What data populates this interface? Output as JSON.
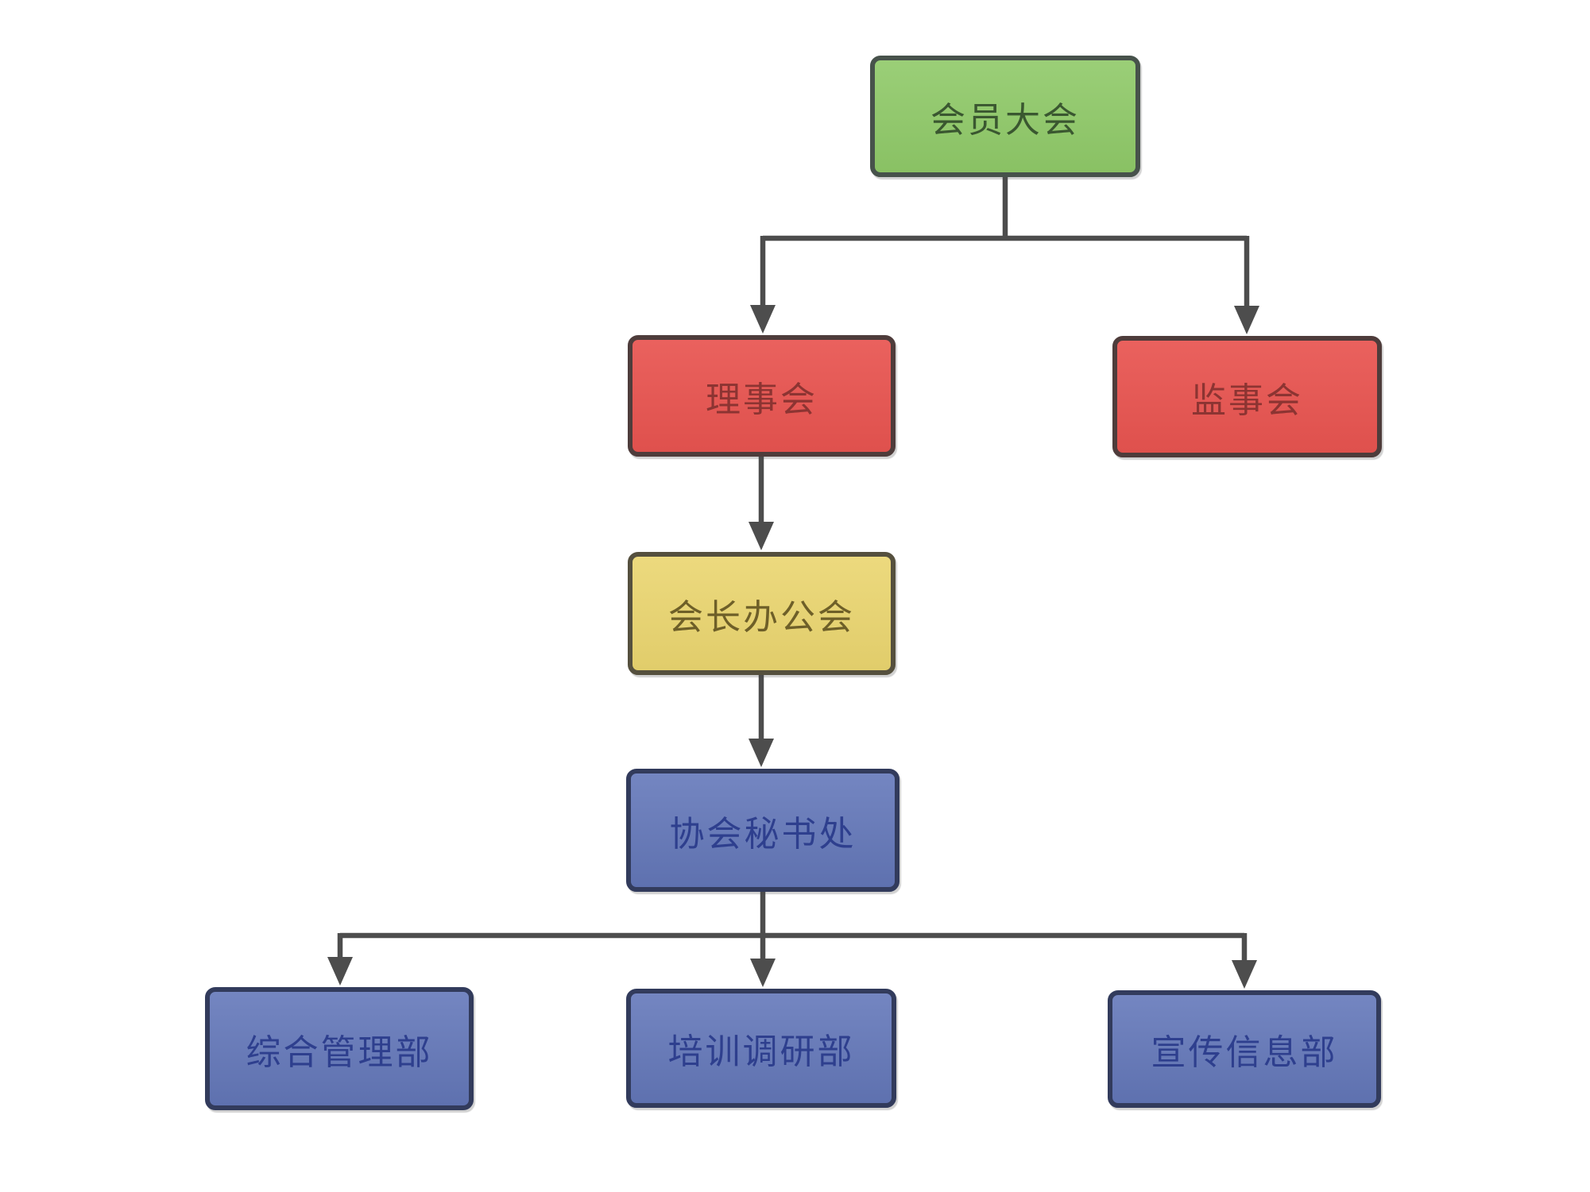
{
  "diagram": {
    "type": "org-chart",
    "nodes": [
      {
        "id": "members-congress",
        "label": "会员大会",
        "color_role": "green"
      },
      {
        "id": "council",
        "label": "理事会",
        "color_role": "red"
      },
      {
        "id": "supervisory-board",
        "label": "监事会",
        "color_role": "red"
      },
      {
        "id": "president-office-meeting",
        "label": "会长办公会",
        "color_role": "yellow"
      },
      {
        "id": "secretariat",
        "label": "协会秘书处",
        "color_role": "blue"
      },
      {
        "id": "general-management-dept",
        "label": "综合管理部",
        "color_role": "blue"
      },
      {
        "id": "training-research-dept",
        "label": "培训调研部",
        "color_role": "blue"
      },
      {
        "id": "publicity-information-dept",
        "label": "宣传信息部",
        "color_role": "blue"
      }
    ],
    "edges": [
      {
        "from": "members-congress",
        "to": "council"
      },
      {
        "from": "members-congress",
        "to": "supervisory-board"
      },
      {
        "from": "council",
        "to": "president-office-meeting"
      },
      {
        "from": "president-office-meeting",
        "to": "secretariat"
      },
      {
        "from": "secretariat",
        "to": "general-management-dept"
      },
      {
        "from": "secretariat",
        "to": "training-research-dept"
      },
      {
        "from": "secretariat",
        "to": "publicity-information-dept"
      }
    ],
    "palette": {
      "green_fill": "#8FC968",
      "green_border": "#47524B",
      "green_text": "#3A5730",
      "red_fill": "#E85450",
      "red_border": "#4E3C3B",
      "red_text": "#8C3432",
      "yellow_fill": "#EAD56F",
      "yellow_border": "#55503E",
      "yellow_text": "#6E5F28",
      "blue_fill": "#6478BA",
      "blue_border": "#323B5C",
      "blue_text": "#2E3F8E",
      "connector": "#4D4D4D",
      "background": "#FFFFFF"
    }
  }
}
